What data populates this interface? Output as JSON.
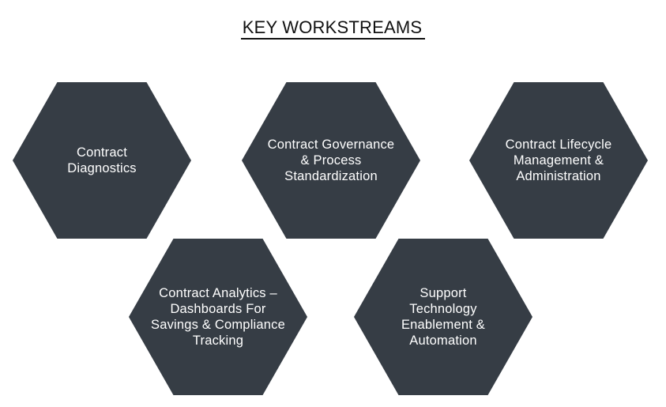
{
  "title": "KEY WORKSTREAMS",
  "hex_color": "#363d45",
  "workstreams": [
    {
      "label": "Contract\nDiagnostics"
    },
    {
      "label": "Contract Governance\n& Process\nStandardization"
    },
    {
      "label": "Contract Lifecycle\nManagement &\nAdministration"
    },
    {
      "label": "Contract Analytics –\nDashboards For\nSavings & Compliance\nTracking"
    },
    {
      "label": "Support\nTechnology\nEnablement &\nAutomation"
    }
  ]
}
